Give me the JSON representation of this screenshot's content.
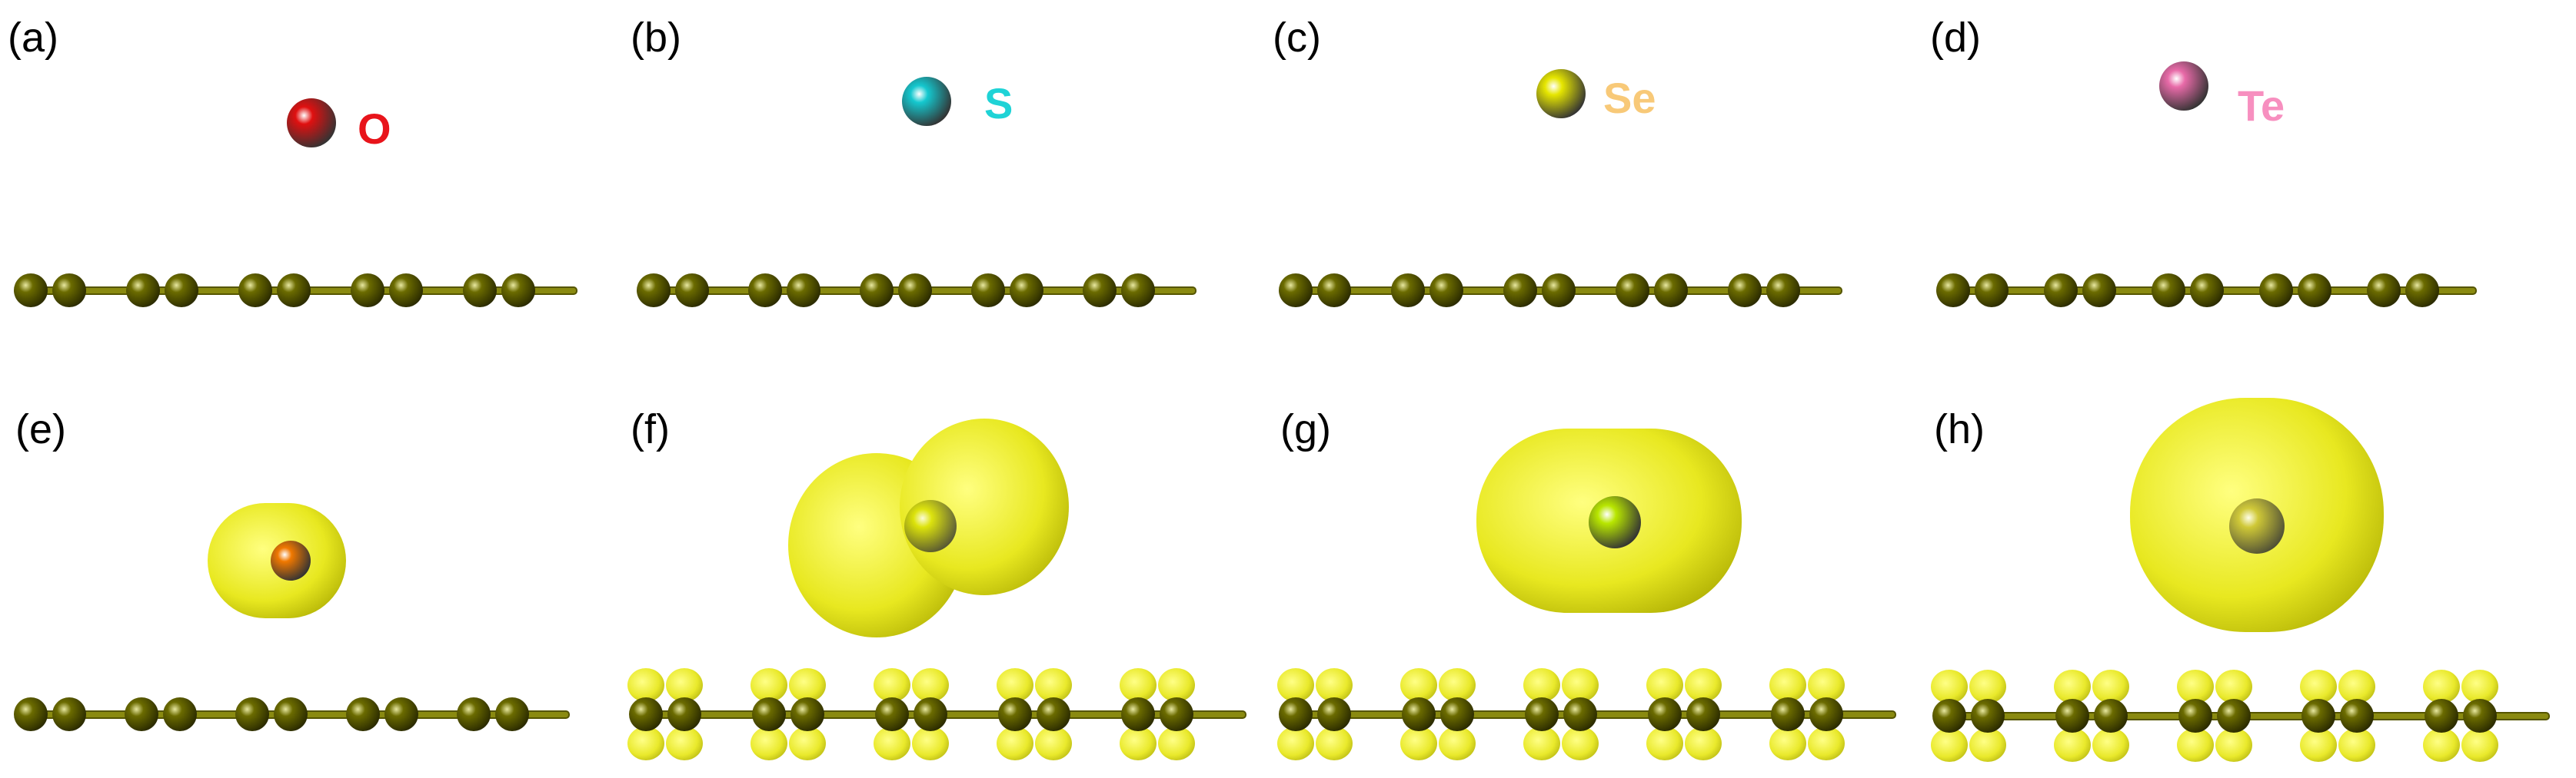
{
  "panels": [
    {
      "label": "(a)",
      "element": "O",
      "element_color": "#e8141b",
      "atom_color": "#e01010"
    },
    {
      "label": "(b)",
      "element": "S",
      "element_color": "#1fd3d6",
      "atom_color": "#14c8cf"
    },
    {
      "label": "(c)",
      "element": "Se",
      "element_color": "#f8c978",
      "atom_color": "#e6e600"
    },
    {
      "label": "(d)",
      "element": "Te",
      "element_color": "#f78fbf",
      "atom_color": "#e86aa8"
    },
    {
      "label": "(e)",
      "charge_shape": "small-ellipsoid",
      "atom_color": "#f07800"
    },
    {
      "label": "(f)",
      "charge_shape": "dumbbell",
      "atom_color": "#d8e000"
    },
    {
      "label": "(g)",
      "charge_shape": "capsule",
      "atom_color": "#b8e600"
    },
    {
      "label": "(h)",
      "charge_shape": "sphere",
      "atom_color": "#c8c030"
    }
  ],
  "colors": {
    "substrate_atom": "#6b6b00",
    "substrate_bond": "#8a8a10",
    "charge_density": "#e8e820"
  }
}
